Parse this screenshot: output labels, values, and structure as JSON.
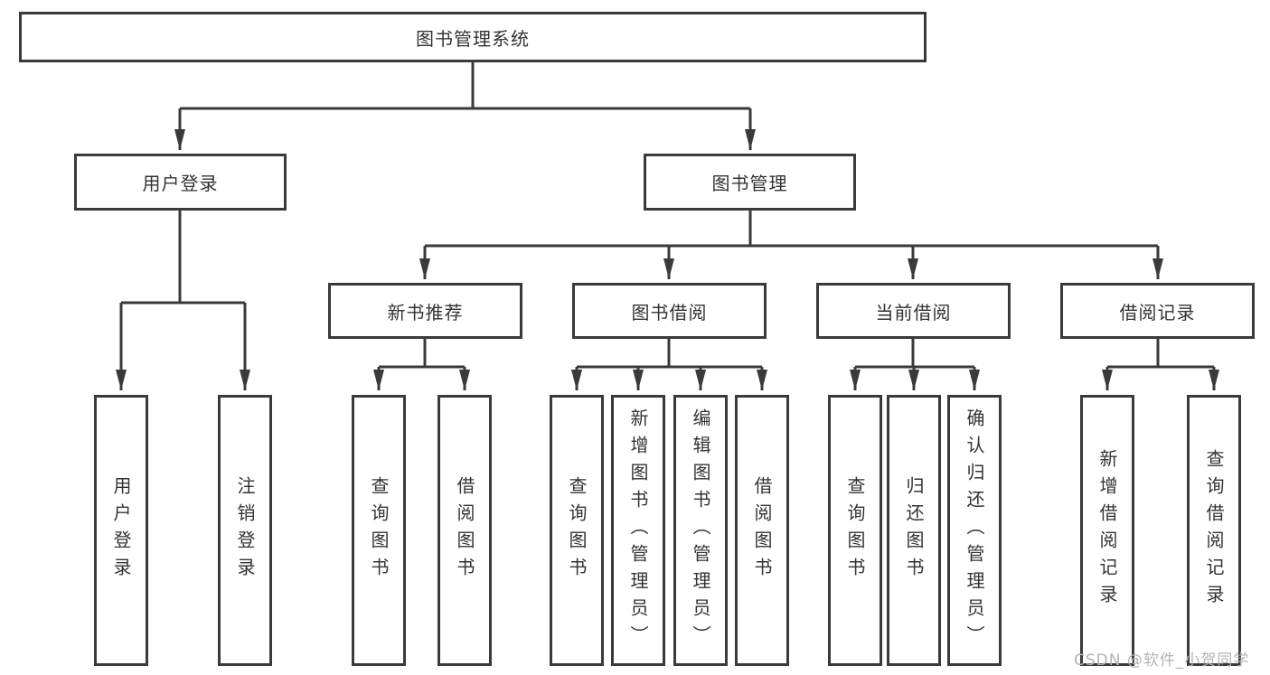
{
  "tree": {
    "label": "图书管理系统",
    "children": [
      {
        "label": "用户登录",
        "children": [
          {
            "label": "用户登录"
          },
          {
            "label": "注销登录"
          }
        ]
      },
      {
        "label": "图书管理",
        "children": [
          {
            "label": "新书推荐",
            "children": [
              {
                "label": "查询图书"
              },
              {
                "label": "借阅图书"
              }
            ]
          },
          {
            "label": "图书借阅",
            "children": [
              {
                "label": "查询图书"
              },
              {
                "label": "新增图书（管理员）"
              },
              {
                "label": "编辑图书（管理员）"
              },
              {
                "label": "借阅图书"
              }
            ]
          },
          {
            "label": "当前借阅",
            "children": [
              {
                "label": "查询图书"
              },
              {
                "label": "归还图书"
              },
              {
                "label": "确认归还（管理员）"
              }
            ]
          },
          {
            "label": "借阅记录",
            "children": [
              {
                "label": "新增借阅记录"
              },
              {
                "label": "查询借阅记录"
              }
            ]
          }
        ]
      }
    ]
  },
  "watermark": {
    "text": "CSDN @软件_小贺同学"
  },
  "colors": {
    "line_color": "#3a3a3a",
    "text_color": "#333333",
    "watermark_color": "#b3b3b3",
    "background": "#ffffff"
  }
}
